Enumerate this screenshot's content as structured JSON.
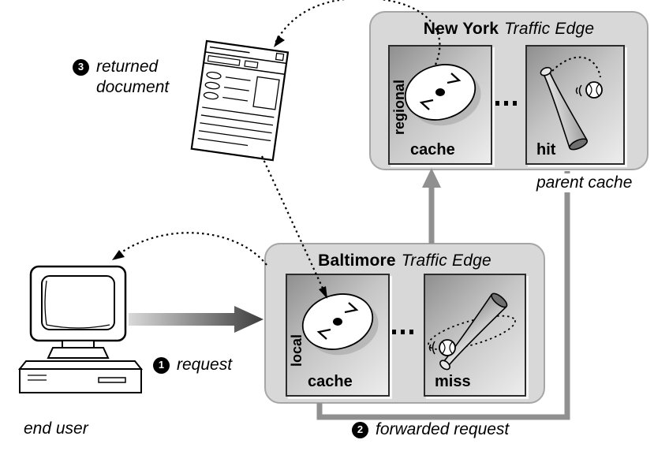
{
  "new_york": {
    "city": "New York",
    "product": "Traffic Edge",
    "cache_scope": "regional",
    "cache_word": "cache",
    "result": "hit"
  },
  "baltimore": {
    "city": "Baltimore",
    "product": "Traffic Edge",
    "cache_scope": "local",
    "cache_word": "cache",
    "result": "miss"
  },
  "annotations": {
    "parent_cache": "parent cache",
    "end_user": "end user",
    "step1_num": "1",
    "step1_label": "request",
    "step2_num": "2",
    "step2_label": "forwarded request",
    "step3_num": "3",
    "step3_line1": "returned",
    "step3_line2": "document"
  },
  "icons": {
    "regional_cache": "disc-icon",
    "local_cache": "disc-icon",
    "hit": "baseball-bat-and-ball-icon",
    "miss": "baseball-bat-and-ball-icon",
    "returned_document": "browser-window-icon",
    "end_user": "desktop-computer-icon",
    "request": "gray-gradient-arrow-icon"
  },
  "colors": {
    "region_fill": "#d8d8d8",
    "region_border": "#a6a6a6",
    "route_gray": "#909090",
    "ink": "#000000",
    "background": "#ffffff"
  }
}
